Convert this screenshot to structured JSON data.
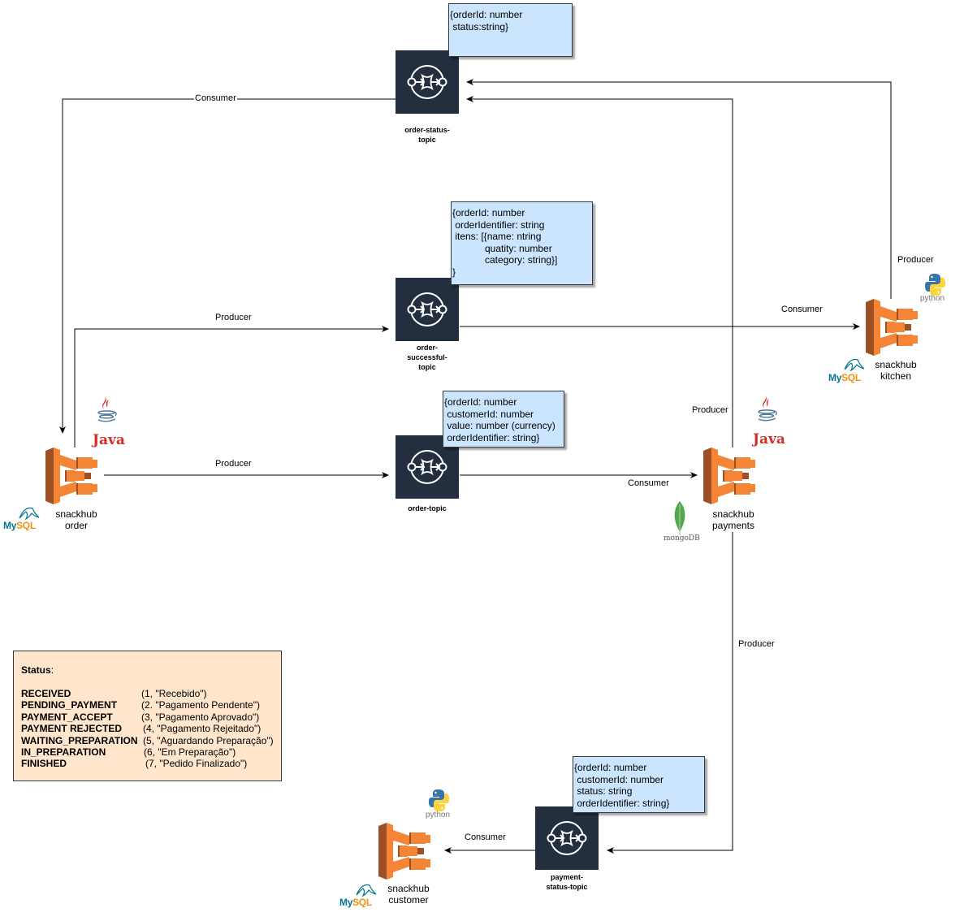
{
  "topics": {
    "order_status": {
      "name": "order-status-\ntopic"
    },
    "order_successful": {
      "name": "order-\nsuccessful-\ntopic"
    },
    "order": {
      "name": "order-topic"
    },
    "payment_status": {
      "name": "payment-\nstatus-topic"
    }
  },
  "services": {
    "order": {
      "name": "snackhub\norder"
    },
    "kitchen": {
      "name": "snackhub\nkitchen"
    },
    "payments": {
      "name": "snackhub\npayments"
    },
    "customer": {
      "name": "snackhub\ncustomer"
    }
  },
  "edge_labels": {
    "order_status_consumer": "Consumer",
    "order_successful_producer": "Producer",
    "kitchen_consumer": "Consumer",
    "kitchen_producer": "Producer",
    "order_topic_producer": "Producer",
    "payments_consumer": "Consumer",
    "payments_producer_status": "Producer",
    "payments_producer_payment": "Producer",
    "customer_consumer": "Consumer"
  },
  "schemas": {
    "order_status": [
      "{orderId: number",
      " status:string}"
    ],
    "order_successful": [
      "{orderId: number",
      " orderIdentifier: string",
      " itens: [{name: ntring",
      "            quatity: number",
      "            category: string}]",
      "}"
    ],
    "order_topic": [
      "{orderId: number",
      " customerId: number",
      " value: number (currency)",
      " orderIdentifier: string}"
    ],
    "payment_status": [
      "{orderId: number",
      " customerId: number",
      " status: string",
      " orderIdentifier: string}"
    ]
  },
  "status_legend": {
    "title": "Status",
    "title_suffix": ":",
    "rows": [
      {
        "key": "RECEIVED",
        "value": "(1, \"Recebido\")"
      },
      {
        "key": "PENDING_PAYMENT",
        "value": "(2. \"Pagamento Pendente\")"
      },
      {
        "key": "PAYMENT_ACCEPT",
        "value": "(3, \"Pagamento Aprovado\")"
      },
      {
        "key": "PAYMENT REJECTED",
        "value": "(4, \"Pagamento Rejeitado\")"
      },
      {
        "key": "WAITING_PREPARATION",
        "value": "(5, \"Aguardando Preparação\")"
      },
      {
        "key": "IN_PREPARATION",
        "value": "(6, \"Em Preparação\")"
      },
      {
        "key": "FINISHED",
        "value": "(7, \"Pedido Finalizado\")"
      }
    ]
  },
  "logos": {
    "mysql": "MySQL",
    "java": "Java",
    "python": "python",
    "mongodb": "mongoDB"
  },
  "colors": {
    "topic_bg": "#232f3e",
    "service_orange": "#f58536",
    "schema_bg": "#cce5ff",
    "status_bg": "#ffe6cc",
    "java_red": "#d32d27",
    "mysql_blue": "#00758f",
    "mysql_orange": "#f29111",
    "python_blue": "#3776ab",
    "python_yellow": "#ffd43b",
    "mongo_green": "#4fa94d"
  },
  "icons": {
    "topic": "sns-topic-icon",
    "service": "ecs-container-icon"
  }
}
